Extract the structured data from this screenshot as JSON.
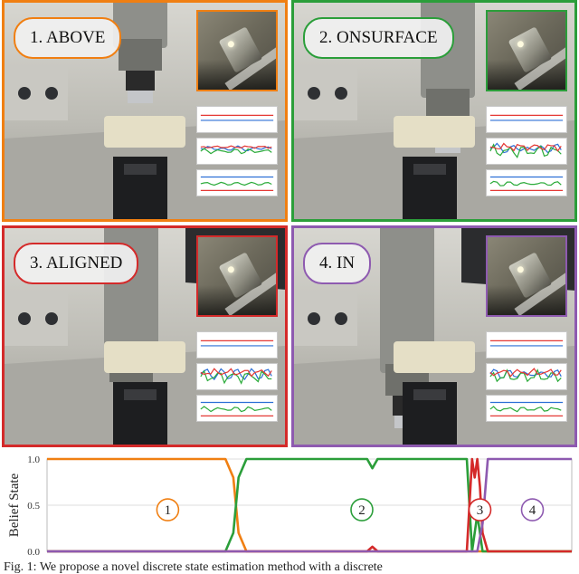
{
  "panels": [
    {
      "label": "1. ABOVE",
      "color": "#f07f12",
      "mini_colors": [
        "#e53935",
        "#2c6fd6",
        "#2bab3a"
      ]
    },
    {
      "label": "2. ONSURFACE",
      "color": "#2b9e3a",
      "mini_colors": [
        "#e53935",
        "#2c6fd6",
        "#2bab3a"
      ]
    },
    {
      "label": "3. ALIGNED",
      "color": "#d42a2a",
      "mini_colors": [
        "#e53935",
        "#2c6fd6",
        "#2bab3a"
      ]
    },
    {
      "label": "4. IN",
      "color": "#8e5ab0",
      "mini_colors": [
        "#e53935",
        "#2c6fd6",
        "#2bab3a"
      ]
    }
  ],
  "chart_data": {
    "type": "line",
    "title": "",
    "ylabel": "Belief State",
    "xlabel": "",
    "ylim": [
      0.0,
      1.0
    ],
    "yticks": [
      "0.0",
      "0.5",
      "1.0"
    ],
    "grid": true,
    "xlim": [
      0,
      100
    ],
    "series": [
      {
        "color": "#f07f12",
        "x": [
          0,
          34,
          35.5,
          36.5,
          38,
          100
        ],
        "y": [
          1.0,
          1.0,
          0.8,
          0.2,
          0.0,
          0.0
        ]
      },
      {
        "color": "#2b9e3a",
        "x": [
          0,
          34,
          35.5,
          36.5,
          38,
          61,
          62,
          63,
          80,
          81,
          82,
          83,
          84,
          100
        ],
        "y": [
          0.0,
          0.0,
          0.2,
          0.8,
          1.0,
          1.0,
          0.9,
          1.0,
          1.0,
          0.0,
          0.4,
          0.0,
          0.0,
          0.0
        ]
      },
      {
        "color": "#d42a2a",
        "x": [
          0,
          61,
          62,
          63,
          80,
          81,
          81.5,
          82,
          82.5,
          83,
          84,
          100
        ],
        "y": [
          0.0,
          0.0,
          0.05,
          0.0,
          0.0,
          1.0,
          0.8,
          1.0,
          0.7,
          0.2,
          0.0,
          0.0
        ]
      },
      {
        "color": "#8e5ab0",
        "x": [
          0,
          82,
          83,
          84,
          100
        ],
        "y": [
          0.0,
          0.0,
          0.3,
          1.0,
          1.0
        ]
      }
    ],
    "annotations": [
      {
        "text": "1",
        "x": 23,
        "y": 0.45,
        "color": "#f07f12"
      },
      {
        "text": "2",
        "x": 60,
        "y": 0.45,
        "color": "#2b9e3a"
      },
      {
        "text": "3",
        "x": 82.5,
        "y": 0.45,
        "color": "#d42a2a"
      },
      {
        "text": "4",
        "x": 92.5,
        "y": 0.45,
        "color": "#8e5ab0"
      }
    ]
  },
  "caption": "Fig. 1:  We propose a novel discrete state estimation method with a discrete"
}
